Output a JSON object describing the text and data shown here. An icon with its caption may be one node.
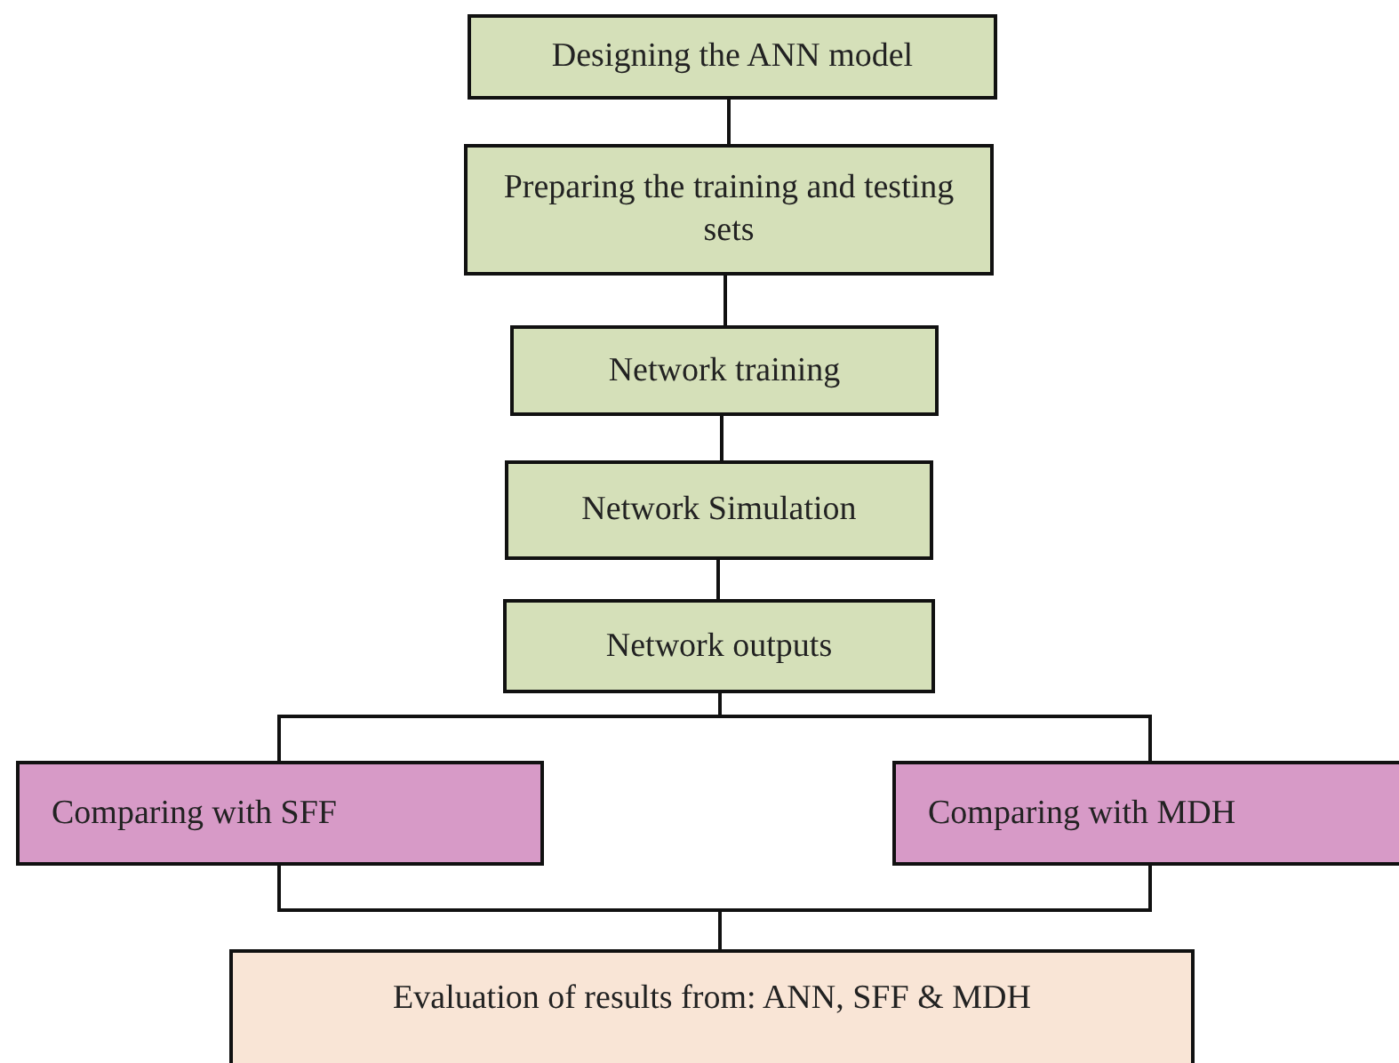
{
  "diagram": {
    "nodes": [
      {
        "text": [
          "Designing the ANN model"
        ]
      },
      {
        "text": [
          "Preparing the training and testing sets"
        ]
      },
      {
        "text": [
          "Network training"
        ]
      },
      {
        "text": [
          "Network Simulation"
        ]
      },
      {
        "text": [
          "Network outputs"
        ]
      },
      {
        "text": [
          "Comparing with SFF"
        ]
      },
      {
        "text": [
          "Comparing with MDH"
        ]
      },
      {
        "text": [
          "Evaluation of results from: ANN, SFF & MDH"
        ]
      }
    ],
    "edges": [
      {
        "from": 0,
        "to": 1,
        "arrow": "none"
      },
      {
        "from": 1,
        "to": 2,
        "arrow": "none"
      },
      {
        "from": 2,
        "to": 3,
        "arrow": "none"
      },
      {
        "from": 3,
        "to": 4,
        "arrow": "none"
      },
      {
        "from": 4,
        "to": 5,
        "arrow": "none"
      },
      {
        "from": 4,
        "to": 6,
        "arrow": "none"
      },
      {
        "from": 5,
        "to": 7,
        "arrow": "none"
      },
      {
        "from": 6,
        "to": 7,
        "arrow": "none"
      }
    ]
  }
}
